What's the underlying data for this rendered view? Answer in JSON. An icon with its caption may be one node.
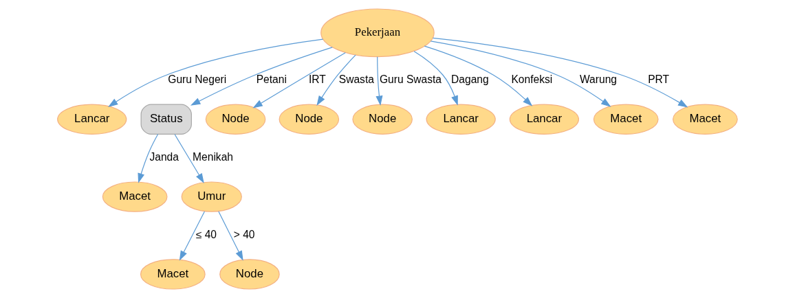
{
  "diagram": {
    "nodes": [
      {
        "text": [
          "Pekerjaan"
        ]
      },
      {
        "text": [
          "Lancar"
        ]
      },
      {
        "text": [
          "Status"
        ]
      },
      {
        "text": [
          "Node"
        ]
      },
      {
        "text": [
          "Node"
        ]
      },
      {
        "text": [
          "Node"
        ]
      },
      {
        "text": [
          "Lancar"
        ]
      },
      {
        "text": [
          "Lancar"
        ]
      },
      {
        "text": [
          "Macet"
        ]
      },
      {
        "text": [
          "Macet"
        ]
      },
      {
        "text": [
          "Macet"
        ]
      },
      {
        "text": [
          "Umur"
        ]
      },
      {
        "text": [
          "Macet"
        ]
      },
      {
        "text": [
          "Node"
        ]
      }
    ],
    "edges": [
      {
        "from": 0,
        "to": 1,
        "arrow": "to",
        "label": "Guru Negeri"
      },
      {
        "from": 0,
        "to": 2,
        "arrow": "to",
        "label": "Petani"
      },
      {
        "from": 0,
        "to": 3,
        "arrow": "to",
        "label": "IRT"
      },
      {
        "from": 0,
        "to": 4,
        "arrow": "to",
        "label": "Swasta"
      },
      {
        "from": 0,
        "to": 5,
        "arrow": "to",
        "label": "Guru Swasta"
      },
      {
        "from": 0,
        "to": 6,
        "arrow": "to",
        "label": "Dagang"
      },
      {
        "from": 0,
        "to": 7,
        "arrow": "to",
        "label": "Konfeksi"
      },
      {
        "from": 0,
        "to": 8,
        "arrow": "to",
        "label": "Warung"
      },
      {
        "from": 0,
        "to": 9,
        "arrow": "to",
        "label": "PRT"
      },
      {
        "from": 2,
        "to": 10,
        "arrow": "to",
        "label": "Janda"
      },
      {
        "from": 2,
        "to": 11,
        "arrow": "to",
        "label": "Menikah"
      },
      {
        "from": 11,
        "to": 12,
        "arrow": "to",
        "label": "≤ 40"
      },
      {
        "from": 11,
        "to": 13,
        "arrow": "to",
        "label": "> 40"
      }
    ]
  }
}
